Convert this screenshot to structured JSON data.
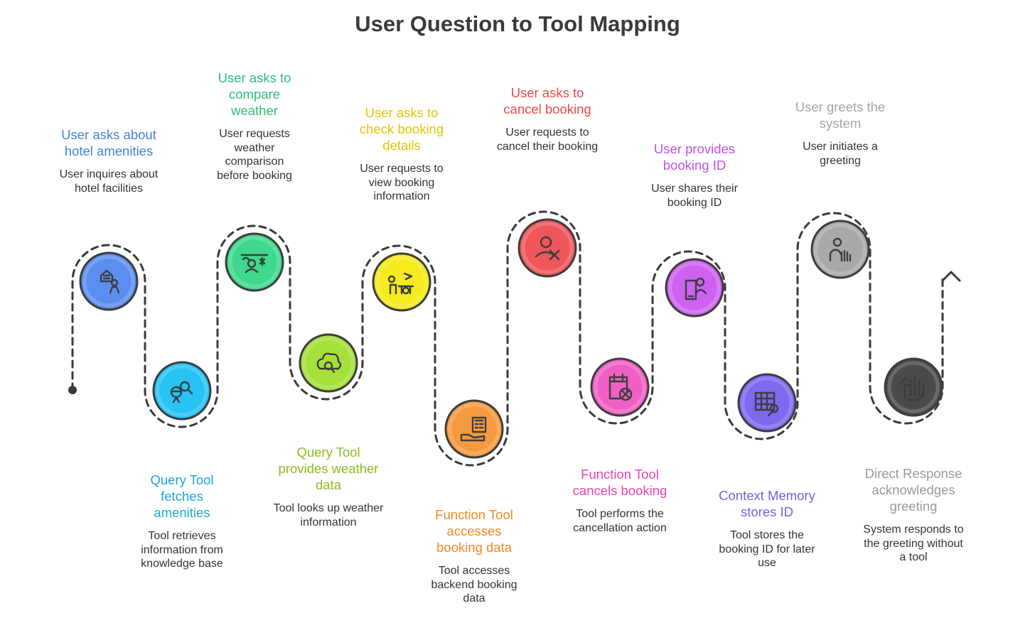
{
  "title": "User Question to Tool Mapping",
  "steps": [
    {
      "title": "User asks about hotel amenities",
      "description": "User inquires about hotel facilities",
      "color": "#3f83e0",
      "circle_fill": "#5b8ef0",
      "icon": "hotel-user-icon"
    },
    {
      "title": "Query Tool fetches amenities",
      "description": "Tool retrieves information from knowledge base",
      "color": "#1aa7d8",
      "circle_fill": "#27c3f5",
      "icon": "person-search-icon"
    },
    {
      "title": "User asks to compare weather",
      "description": "User requests weather comparison before booking",
      "color": "#2ebd7c",
      "circle_fill": "#3fd88e",
      "icon": "weather-compare-icon"
    },
    {
      "title": "Query Tool provides weather data",
      "description": "Tool looks up weather information",
      "color": "#8bbd1f",
      "circle_fill": "#a5e03b",
      "icon": "cloud-search-icon"
    },
    {
      "title": "User asks to check booking details",
      "description": "User requests to view booking information",
      "color": "#e3c500",
      "circle_fill": "#f5ea1c",
      "icon": "desk-person-icon"
    },
    {
      "title": "Function Tool accesses booking data",
      "description": "Tool accesses backend booking data",
      "color": "#f08a25",
      "circle_fill": "#f7993f",
      "icon": "hand-calculator-icon"
    },
    {
      "title": "User asks to cancel booking",
      "description": "User requests to cancel their booking",
      "color": "#e8484a",
      "circle_fill": "#f0565a",
      "icon": "user-cancel-icon"
    },
    {
      "title": "Function Tool cancels booking",
      "description": "Tool performs the cancellation action",
      "color": "#e445b0",
      "circle_fill": "#f05fc4",
      "icon": "calendar-cancel-icon"
    },
    {
      "title": "User provides booking ID",
      "description": "User shares their booking ID",
      "color": "#c052e0",
      "circle_fill": "#cd62f0",
      "icon": "phone-user-icon"
    },
    {
      "title": "Context Memory stores ID",
      "description": "Tool stores the booking ID for later use",
      "color": "#7b5ee0",
      "circle_fill": "#7d6af0",
      "icon": "table-key-icon"
    },
    {
      "title": "User greets the system",
      "description": "User initiates a greeting",
      "color": "#a6a6a6",
      "circle_fill": "#a9a9a9",
      "icon": "wave-hand-icon"
    },
    {
      "title": "Direct Response acknowledges greeting",
      "description": "System responds to the greeting without a tool",
      "color": "#9a9a9a",
      "circle_fill": "#4a4a4a",
      "icon": "greeting-hand-icon"
    }
  ]
}
